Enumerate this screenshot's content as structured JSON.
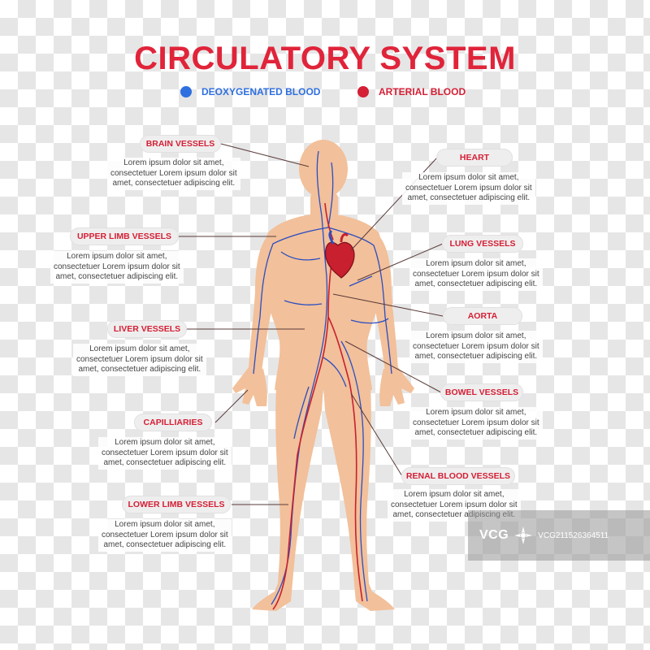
{
  "title": "CIRCULATORY SYSTEM",
  "colors": {
    "title": "#e0243a",
    "deoxygenated": "#2f6fe0",
    "arterial": "#d41f35",
    "skin": "#f2c09a",
    "vein": "#2b4ec2",
    "artery": "#c8202e",
    "leader": "#5a3b3b"
  },
  "legend": {
    "deoxygenated": "DEOXYGENATED BLOOD",
    "arterial": "ARTERIAL BLOOD"
  },
  "labels": {
    "brain_vessels": {
      "title": "BRAIN VESSELS",
      "desc": [
        "Lorem ipsum dolor sit amet,",
        "consectetuer Lorem ipsum dolor sit",
        "amet, consectetuer adipiscing elit."
      ]
    },
    "upper_limb_vessels": {
      "title": "UPPER LIMB VESSELS",
      "desc": [
        "Lorem ipsum dolor sit amet,",
        "consectetuer Lorem ipsum dolor sit",
        "amet, consectetuer adipiscing elit."
      ]
    },
    "liver_vessels": {
      "title": "LIVER VESSELS",
      "desc": [
        "Lorem ipsum dolor sit amet,",
        "consectetuer Lorem ipsum dolor sit",
        "amet, consectetuer adipiscing elit."
      ]
    },
    "capillaries": {
      "title": "CAPILLIARIES",
      "desc": [
        "Lorem ipsum dolor sit amet,",
        "consectetuer Lorem ipsum dolor sit",
        "amet, consectetuer adipiscing elit."
      ]
    },
    "lower_limb_vessels": {
      "title": "LOWER LIMB VESSELS",
      "desc": [
        "Lorem ipsum dolor sit amet,",
        "consectetuer Lorem ipsum dolor sit",
        "amet, consectetuer adipiscing elit."
      ]
    },
    "heart": {
      "title": "HEART",
      "desc": [
        "Lorem ipsum dolor sit amet,",
        "consectetuer Lorem ipsum dolor sit",
        "amet, consectetuer adipiscing elit."
      ]
    },
    "lung_vessels": {
      "title": "LUNG VESSELS",
      "desc": [
        "Lorem ipsum dolor sit amet,",
        "consectetuer Lorem ipsum dolor sit",
        "amet, consectetuer adipiscing elit."
      ]
    },
    "aorta": {
      "title": "AORTA",
      "desc": [
        "Lorem ipsum dolor sit amet,",
        "consectetuer Lorem ipsum dolor sit",
        "amet, consectetuer adipiscing elit."
      ]
    },
    "bowel_vessels": {
      "title": "BOWEL VESSELS",
      "desc": [
        "Lorem ipsum dolor sit amet,",
        "consectetuer Lorem ipsum dolor sit",
        "amet, consectetuer adipiscing elit."
      ]
    },
    "renal_blood_vessels": {
      "title": "RENAL BLOOD VESSELS",
      "desc": [
        "Lorem ipsum dolor sit amet,",
        "consectetuer Lorem ipsum dolor sit",
        "amet, consectetuer adipiscing elit."
      ]
    }
  },
  "watermark": {
    "logo": "VCG",
    "id": "VCG211526364511"
  }
}
